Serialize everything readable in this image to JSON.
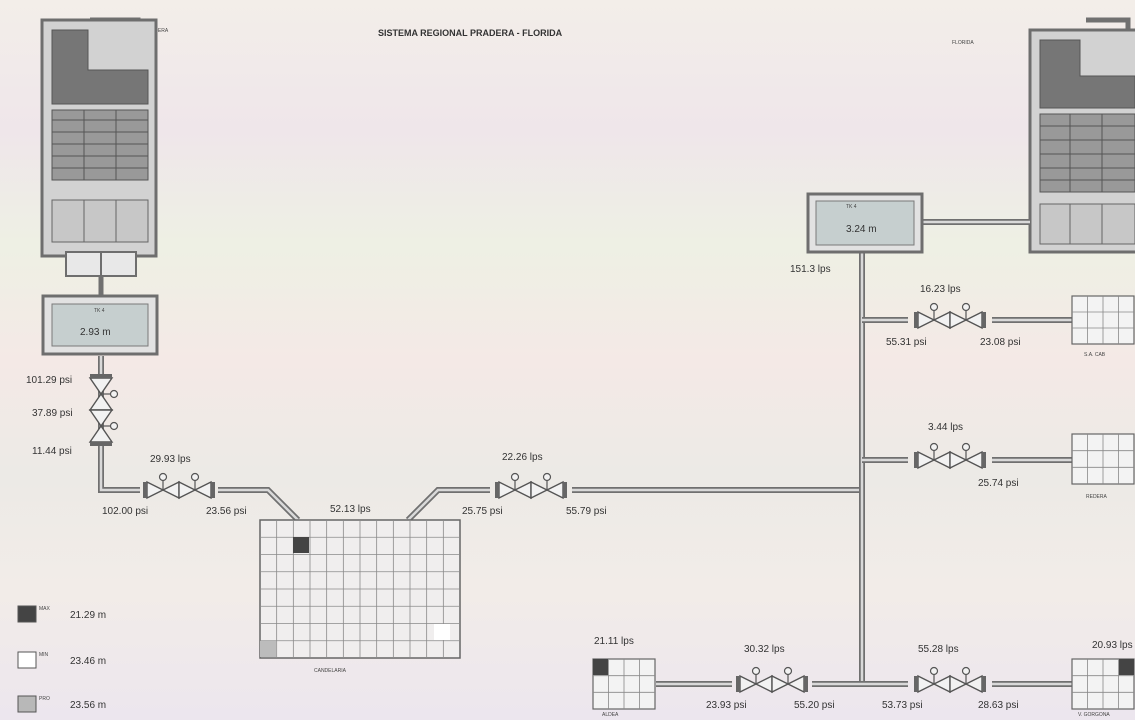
{
  "title": "SISTEMA REGIONAL PRADERA - FLORIDA",
  "plants": {
    "left": "PRADERA",
    "right": "FLORIDA"
  },
  "tanks": {
    "left": {
      "label": "TK 4",
      "level": "2.93 m"
    },
    "right": {
      "label": "TK 4",
      "level": "3.24 m"
    }
  },
  "readings": {
    "v1_in": "101.29 psi",
    "v1_mid": "37.89 psi",
    "v1_out": "11.44 psi",
    "h1_top": "29.93 lps",
    "h1_in": "102.00 psi",
    "h1_out": "23.56 psi",
    "grid_flow": "52.13 lps",
    "h2_top": "22.26 lps",
    "h2_in": "25.75 psi",
    "h2_out": "55.79 psi",
    "main_flow": "151.3 lps",
    "r1_top": "16.23 lps",
    "r1_in": "55.31 psi",
    "r1_out": "23.08 psi",
    "r2_top": "3.44 lps",
    "r2_out": "25.74 psi",
    "b1_top": "30.32 lps",
    "b1_in": "23.93 psi",
    "b1_out": "55.20 psi",
    "b2_top": "55.28 lps",
    "b2_in": "53.73 psi",
    "b2_out": "28.63 psi",
    "aldea_flow": "21.11 lps",
    "right_grid_flow": "20.93 lps"
  },
  "districts": {
    "candelaria": "CANDELARIA",
    "sa_cab": "S.A. CAB",
    "media": "REDERA",
    "aldea": "ALDEA",
    "gorgona": "V. GORGONA"
  },
  "legend": [
    {
      "tag": "MAX",
      "value": "21.29 m",
      "color": "#444444"
    },
    {
      "tag": "MIN",
      "value": "23.46 m",
      "color": "#ffffff"
    },
    {
      "tag": "PRO",
      "value": "23.56 m",
      "color": "#b8b8b8"
    }
  ],
  "colors": {
    "pipe": "#707070",
    "panel": "#7a7a7a",
    "tank_fill": "#c6cfcf",
    "valve": "#555555"
  }
}
